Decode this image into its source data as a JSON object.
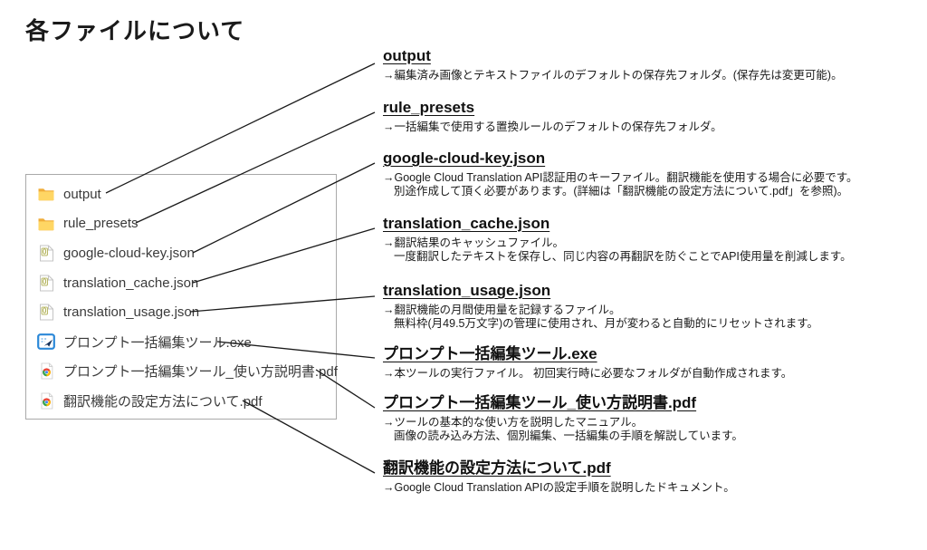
{
  "page": {
    "title": "各ファイルについて"
  },
  "colors": {
    "folder_front": "#ffd664",
    "folder_back": "#f0ad3a",
    "panel_border": "#a9a9a9",
    "connector_line": "#1a1a1a",
    "exe_blue": "#2b88d8",
    "chrome_red": "#ea4335",
    "chrome_yellow": "#fbbc05",
    "chrome_green": "#34a853",
    "chrome_blue": "#4285f4"
  },
  "file_panel": {
    "files": [
      {
        "name": "output",
        "icon": "folder-icon"
      },
      {
        "name": "rule_presets",
        "icon": "folder-icon"
      },
      {
        "name": "google-cloud-key.json",
        "icon": "json-file-icon"
      },
      {
        "name": "translation_cache.json",
        "icon": "json-file-icon"
      },
      {
        "name": "translation_usage.json",
        "icon": "json-file-icon"
      },
      {
        "name": "プロンプト一括編集ツール.exe",
        "icon": "exe-app-icon"
      },
      {
        "name": "プロンプト一括編集ツール_使い方説明書.pdf",
        "icon": "pdf-chrome-icon"
      },
      {
        "name": "翻訳機能の設定方法について.pdf",
        "icon": "pdf-chrome-icon"
      }
    ]
  },
  "annotations": [
    {
      "heading": "output",
      "lines": [
        "→編集済み画像とテキストファイルのデフォルトの保存先フォルダ。(保存先は変更可能)。"
      ]
    },
    {
      "heading": "rule_presets",
      "lines": [
        "→一括編集で使用する置換ルールのデフォルトの保存先フォルダ。"
      ]
    },
    {
      "heading": "google-cloud-key.json",
      "lines": [
        "→Google Cloud Translation API認証用のキーファイル。翻訳機能を使用する場合に必要です。",
        "別途作成して頂く必要があります。(詳細は「翻訳機能の設定方法について.pdf」を参照)。"
      ]
    },
    {
      "heading": "translation_cache.json",
      "lines": [
        "→翻訳結果のキャッシュファイル。",
        "一度翻訳したテキストを保存し、同じ内容の再翻訳を防ぐことでAPI使用量を削減します。"
      ]
    },
    {
      "heading": "translation_usage.json",
      "lines": [
        "→翻訳機能の月間使用量を記録するファイル。",
        "無料枠(月49.5万文字)の管理に使用され、月が変わると自動的にリセットされます。"
      ]
    },
    {
      "heading": "プロンプト一括編集ツール.exe",
      "lines": [
        "→本ツールの実行ファイル。 初回実行時に必要なフォルダが自動作成されます。"
      ]
    },
    {
      "heading": "プロンプト一括編集ツール_使い方説明書.pdf",
      "lines": [
        "→ツールの基本的な使い方を説明したマニュアル。",
        "画像の読み込み方法、個別編集、一括編集の手順を解説しています。"
      ]
    },
    {
      "heading": "翻訳機能の設定方法について.pdf",
      "lines": [
        "→Google Cloud Translation APIの設定手順を説明したドキュメント。"
      ]
    }
  ]
}
